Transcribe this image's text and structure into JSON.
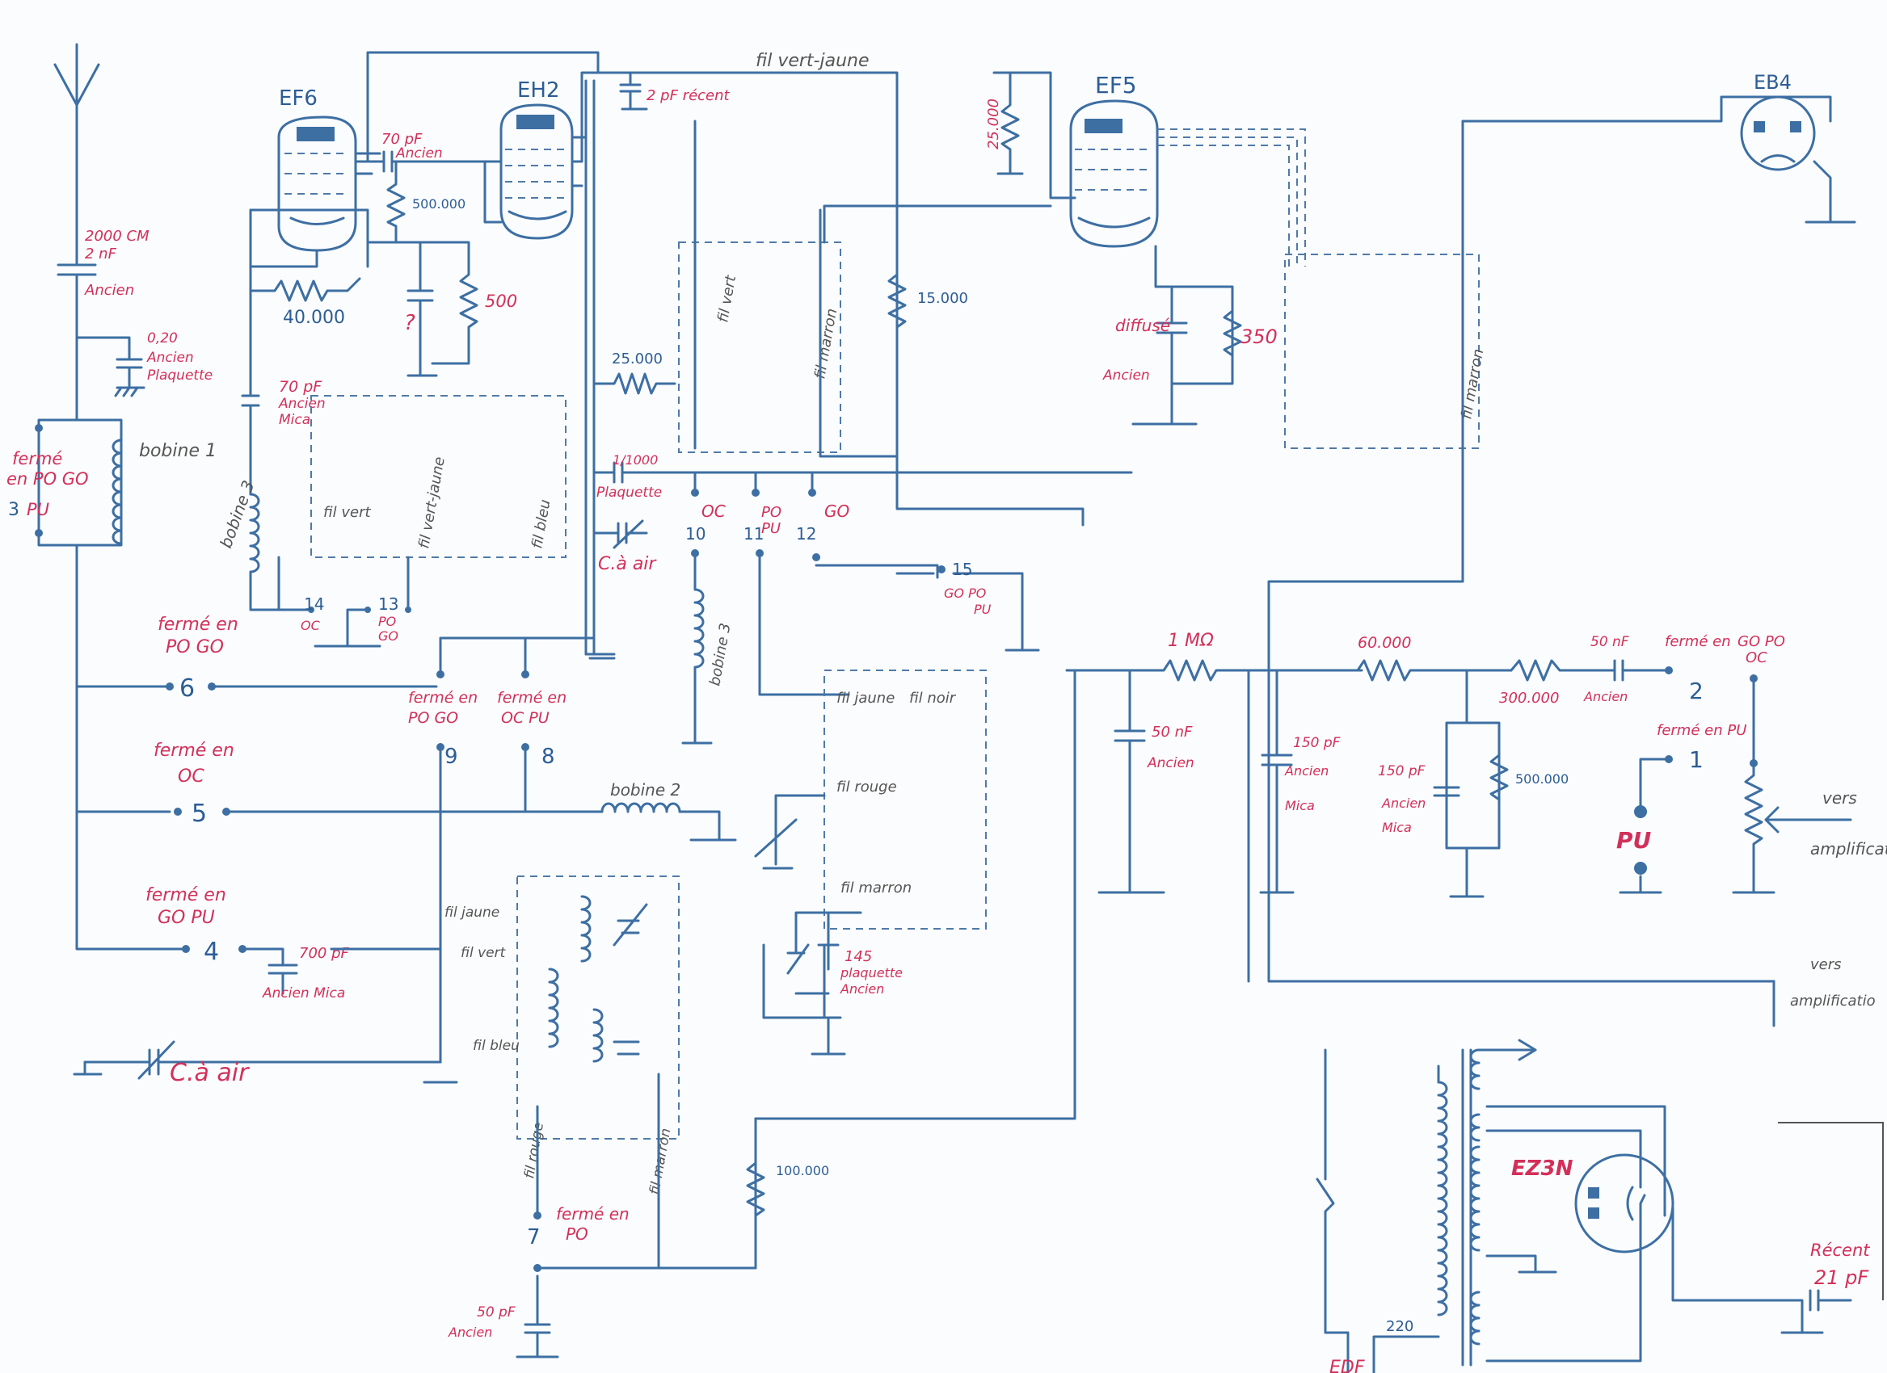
{
  "tubes": {
    "ef6": "EF6",
    "eh2": "EH2",
    "ef5": "EF5",
    "eb4": "EB4",
    "ez3n": "EZ3N"
  },
  "components": {
    "c_2000": [
      "2000 CM",
      "2 nF",
      "Ancien"
    ],
    "c_020": [
      "0,20",
      "Ancien",
      "Plaquette"
    ],
    "r_40000": "40.000",
    "c_70_top": [
      "70 pF",
      "Ancien"
    ],
    "r_500000_top": "500.000",
    "question": "?",
    "r_500": "500",
    "c_70_mica": [
      "70 pF",
      "Ancien",
      "Mica"
    ],
    "c_2pf": "2 pF récent",
    "r_25000_top": "25.000",
    "r_15000": "15.000",
    "c_diffuse": [
      "diffusé",
      "Ancien"
    ],
    "r_350": "350",
    "r_25000_mid": "25.000",
    "c_1_1000": "1/1000",
    "plaquette": "Plaquette",
    "c_air_top": "C.à air",
    "r_1m": "1 MΩ",
    "r_60000": "60.000",
    "r_300000": "300.000",
    "c_50nf_amp": [
      "50 nF",
      "Ancien"
    ],
    "c_50nf_mid": [
      "50 nF",
      "Ancien"
    ],
    "c_150_a": [
      "150 pF",
      "Ancien",
      "Mica"
    ],
    "c_150_b": [
      "150 pF",
      "Ancien",
      "Mica"
    ],
    "r_500000_b": "500.000",
    "c_700": [
      "700 pF",
      "Ancien Mica"
    ],
    "c_air_bottom": "C.à air",
    "c_145": [
      "145",
      "plaquette",
      "Ancien"
    ],
    "r_100000": "100.000",
    "c_50pf": [
      "50 pF",
      "Ancien"
    ],
    "v_220": "220",
    "edf": "EDF",
    "c_21": [
      "Récent",
      "21 pF"
    ],
    "pu_jack": "PU"
  },
  "coils": {
    "bobine1": "bobine 1",
    "bobine2": "bobine 2",
    "bobine3_left": "bobine 3",
    "bobine3_mid": "bobine 3"
  },
  "switches": {
    "s3": [
      "fermé",
      "en PO GO",
      "3",
      "PU"
    ],
    "s6": [
      "fermé en",
      "PO GO",
      "6"
    ],
    "s5": [
      "fermé en",
      "OC",
      "5"
    ],
    "s4": [
      "fermé en",
      "GO PU",
      "4"
    ],
    "s7": [
      "7",
      "fermé en",
      "PO"
    ],
    "s9": [
      "fermé en",
      "PO GO",
      "9"
    ],
    "s8": [
      "fermé en",
      "OC PU",
      "8"
    ],
    "s14": [
      "14",
      "OC"
    ],
    "s13": [
      "13",
      "PO",
      "GO"
    ],
    "s10": [
      "10",
      "OC"
    ],
    "s11": [
      "11",
      "PO",
      "PU"
    ],
    "s12": [
      "12",
      "GO"
    ],
    "s15": [
      "15",
      "GO PO",
      "PU"
    ],
    "s2": [
      "fermé en",
      "GO PO",
      "OC",
      "2"
    ],
    "s1": [
      "fermé en PU",
      "1"
    ]
  },
  "wires": {
    "vert_jaune_top": "fil vert-jaune",
    "vert_a": "fil vert",
    "marron_a": "fil marron",
    "marron_b": "fil marron",
    "vert_b": "fil vert",
    "vert_jaune_b": "fil vert-jaune",
    "bleu_a": "fil bleu",
    "jaune_a": "fil jaune",
    "noir": "fil noir",
    "rouge_a": "fil rouge",
    "marron_c": "fil marron",
    "jaune_b": "fil jaune",
    "vert_c": "fil vert",
    "bleu_b": "fil bleu",
    "rouge_b": "fil rouge",
    "marron_d": "fil marron"
  },
  "arrows": {
    "vers_ampli": [
      "vers",
      "amplificat"
    ],
    "vers_ampli_b": [
      "vers",
      "amplificatio"
    ]
  }
}
